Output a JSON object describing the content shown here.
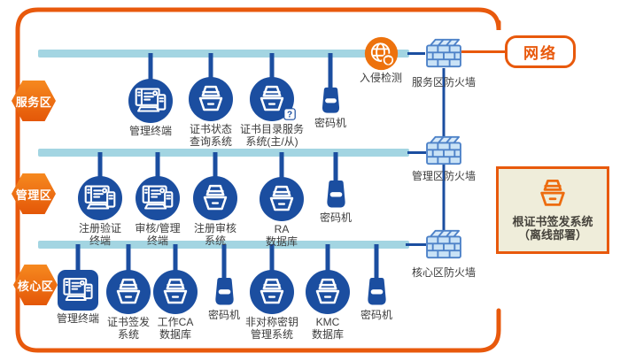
{
  "colors": {
    "accent_orange": "#E8590C",
    "icon_blue": "#1B4EA0",
    "bus_bar_blue": "#A3D5E2",
    "firewall_fill": "#C9E2F6",
    "firewall_stroke": "#4E82C8",
    "offline_box_bg": "#EFEDDA"
  },
  "network_label": "网络",
  "zones": [
    {
      "name": "服务区",
      "monitor_label": "入侵检测",
      "monitor_icon": "globe-shield-icon",
      "firewall_label": "服务区防火墙",
      "nodes": [
        {
          "label": "管理终端",
          "icon": "terminal-icon"
        },
        {
          "label": "证书状态\n查询系统",
          "icon": "server-box-icon"
        },
        {
          "label": "证书目录服务\n系统(主/从)",
          "icon": "server-box-question-icon"
        },
        {
          "label": "密码机",
          "icon": "crypto-machine-icon"
        }
      ]
    },
    {
      "name": "管理区",
      "firewall_label": "管理区防火墙",
      "nodes": [
        {
          "label": "注册验证\n终端",
          "icon": "terminal-icon"
        },
        {
          "label": "审核/管理\n终端",
          "icon": "terminal-icon"
        },
        {
          "label": "注册审核\n系统",
          "icon": "server-box-icon"
        },
        {
          "label": "RA\n数据库",
          "icon": "server-box-icon"
        },
        {
          "label": "密码机",
          "icon": "crypto-machine-icon"
        }
      ]
    },
    {
      "name": "核心区",
      "firewall_label": "核心区防火墙",
      "nodes": [
        {
          "label": "管理终端",
          "icon": "terminal-icon"
        },
        {
          "label": "证书签发\n系统",
          "icon": "server-box-icon"
        },
        {
          "label": "工作CA\n数据库",
          "icon": "server-box-icon"
        },
        {
          "label": "密码机",
          "icon": "crypto-machine-icon"
        },
        {
          "label": "非对称密钥\n管理系统",
          "icon": "server-box-icon"
        },
        {
          "label": "KMC\n数据库",
          "icon": "server-box-icon"
        },
        {
          "label": "密码机",
          "icon": "crypto-machine-icon"
        }
      ]
    }
  ],
  "root_box": {
    "line1": "根证书签发系统",
    "line2": "（离线部署）",
    "icon": "server-box-icon-orange"
  }
}
